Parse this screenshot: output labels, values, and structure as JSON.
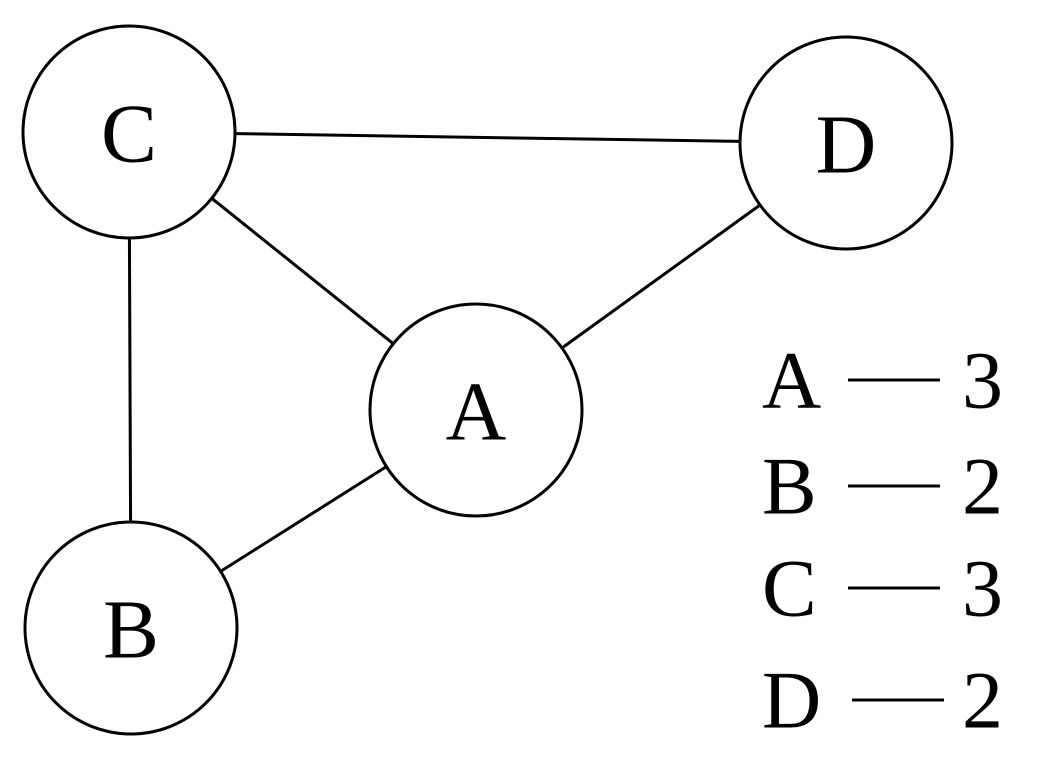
{
  "graph": {
    "nodes": [
      {
        "id": "A",
        "label": "A"
      },
      {
        "id": "B",
        "label": "B"
      },
      {
        "id": "C",
        "label": "C"
      },
      {
        "id": "D",
        "label": "D"
      }
    ],
    "edges": [
      {
        "from": "C",
        "to": "D"
      },
      {
        "from": "C",
        "to": "A"
      },
      {
        "from": "C",
        "to": "B"
      },
      {
        "from": "A",
        "to": "D"
      },
      {
        "from": "A",
        "to": "B"
      }
    ]
  },
  "degrees": [
    {
      "node": "A",
      "value": "3"
    },
    {
      "node": "B",
      "value": "2"
    },
    {
      "node": "C",
      "value": "3"
    },
    {
      "node": "D",
      "value": "2"
    }
  ]
}
